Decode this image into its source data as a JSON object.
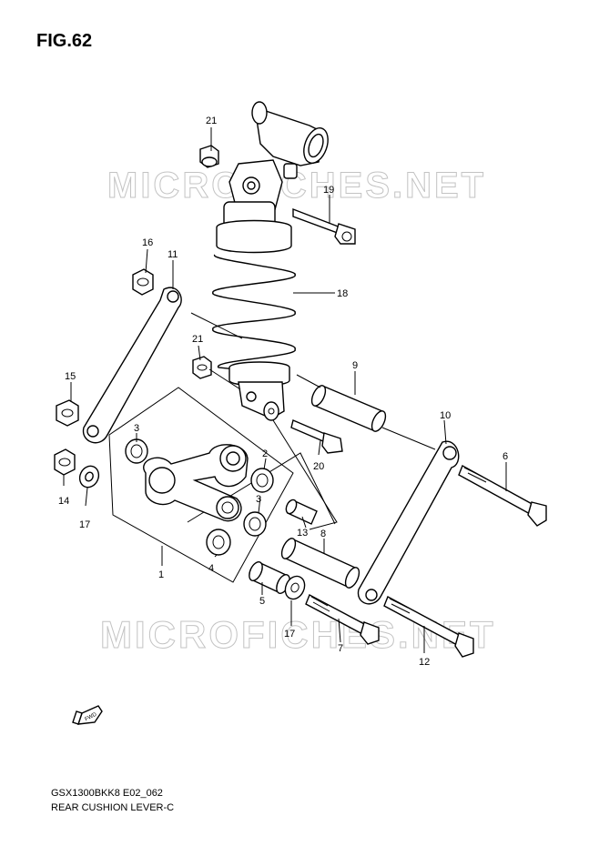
{
  "figure_title": "FIG.62",
  "watermark": "MICROFICHES.NET",
  "footer": {
    "code": "GSX1300BKK8 E02_062",
    "title": "REAR CUSHION LEVER-C"
  },
  "fwd_label": "FWD",
  "callouts": [
    "21",
    "19",
    "16",
    "11",
    "18",
    "21",
    "15",
    "9",
    "10",
    "3",
    "2",
    "20",
    "14",
    "17",
    "3",
    "6",
    "13",
    "8",
    "1",
    "4",
    "5",
    "17",
    "7",
    "12"
  ]
}
